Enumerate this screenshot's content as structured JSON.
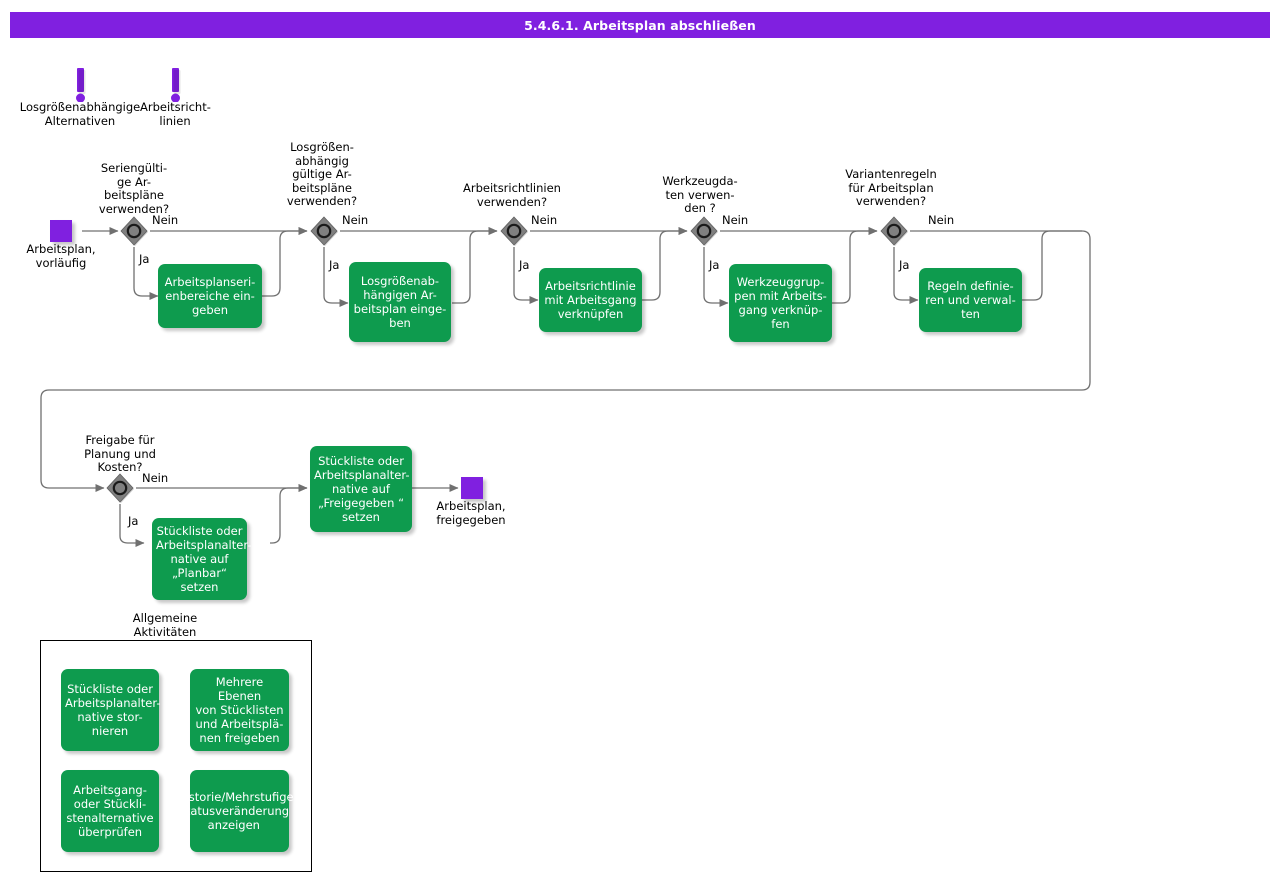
{
  "header": {
    "title": "5.4.6.1. Arbeitsplan abschließen",
    "bar_color": "#8020E0"
  },
  "colors": {
    "process": "#0E9B4E",
    "event": "#8020E0",
    "decision_fill": "#808080",
    "connector": "#707070"
  },
  "annotations": [
    {
      "name": "losgroessenabhaengige-alternativen",
      "icon": "exclamation-icon",
      "label": "Losgrößenabhängige\nAlternativen"
    },
    {
      "name": "arbeitsrichtlinien",
      "icon": "exclamation-icon",
      "label": "Arbeitsricht-\nlinien"
    }
  ],
  "events": [
    {
      "name": "arbeitsplan-vorlaeufig",
      "label": "Arbeitsplan,\nvorläufig"
    },
    {
      "name": "arbeitsplan-freigegeben",
      "label": "Arbeitsplan,\nfreigegeben"
    }
  ],
  "decisions": [
    {
      "name": "seriengueltige-arbeitsplaene",
      "question": "Seriengülti-\nge Ar-\nbeitspläne\nverwenden?",
      "yes": "Ja",
      "no": "Nein"
    },
    {
      "name": "losgroessenabhaengig-gueltige-arbeitsplaene",
      "question": "Losgrößen-\nabhängig\ngültige  Ar-\nbeitspläne\nverwenden?",
      "yes": "Ja",
      "no": "Nein"
    },
    {
      "name": "arbeitsrichtlinien-verwenden",
      "question": "Arbeitsrichtlinien\nverwenden?",
      "yes": "Ja",
      "no": "Nein"
    },
    {
      "name": "werkzeugdaten-verwenden",
      "question": "Werkzeugda-\nten verwen-\nden ?",
      "yes": "Ja",
      "no": "Nein"
    },
    {
      "name": "variantenregeln-verwenden",
      "question": "Variantenregeln\nfür   Arbeitsplan\nverwenden?",
      "yes": "Ja",
      "no": "Nein"
    },
    {
      "name": "freigabe-planung-kosten",
      "question": "Freigabe für\nPlanung und\nKosten?",
      "yes": "Ja",
      "no": "Nein"
    }
  ],
  "processes": [
    {
      "name": "arbeitsplanserienbereiche-eingeben",
      "label": "Arbeitsplanseri-\nenbereiche  ein-\ngeben"
    },
    {
      "name": "losgroessenabhaengigen-arbeitsplan-eingeben",
      "label": "Losgrößenab-\nhängigen  Ar-\nbeitsplan  einge-\nben"
    },
    {
      "name": "arbeitsrichtlinie-mit-arbeitsgang-verknuepfen",
      "label": "Arbeitsrichtlinie\nmit Arbeitsgang\nverknüpfen"
    },
    {
      "name": "werkzeuggruppen-mit-arbeitsgang-verknuepfen",
      "label": "Werkzeuggrup-\npen mit Arbeits-\ngang verknüp-\nfen"
    },
    {
      "name": "regeln-definieren-und-verwalten",
      "label": "Regeln definie-\nren und verwal-\nten"
    },
    {
      "name": "stueckliste-alternative-planbar-setzen",
      "label": "Stückliste oder\nArbeitsplanalter-\nnative      auf\n„Planbar“\nsetzen"
    },
    {
      "name": "stueckliste-alternative-freigegeben-setzen",
      "label": "Stückliste oder\nArbeitsplanalter-\nnative      auf\n„Freigegeben  “\nsetzen"
    }
  ],
  "group": {
    "name": "allgemeine-aktivitaeten",
    "title": "Allgemeine\nAktivitäten",
    "items": [
      {
        "name": "stueckliste-alternative-stornieren",
        "label": "Stückliste oder\nArbeitsplanalter-\nnative      stor-\nnieren"
      },
      {
        "name": "mehrere-ebenen-freigeben",
        "label": "Mehrere Ebenen\nvon Stücklisten\nund Arbeitsplä-\nnen freigeben"
      },
      {
        "name": "arbeitsgang-stuecklistenalternative-ueberpruefen",
        "label": "Arbeitsgang-\noder     Stückli-\nstenalternative\nüberprüfen"
      },
      {
        "name": "historie-statusveraenderung-anzeigen",
        "label": "Historie/Mehrstufige\nStatusveränderung\nanzeigen"
      }
    ]
  }
}
